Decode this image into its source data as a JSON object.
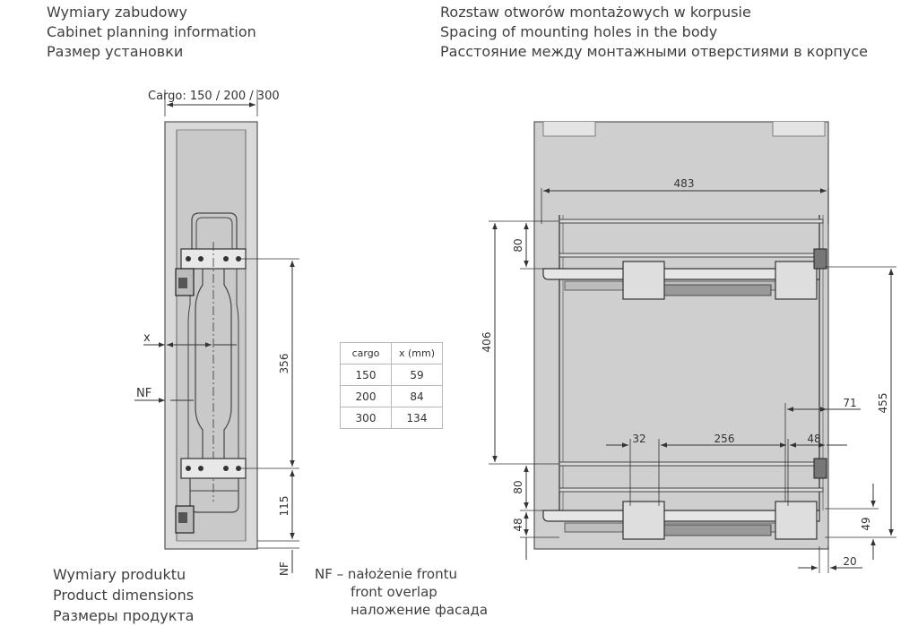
{
  "left_header": [
    "Wymiary zabudowy",
    "Cabinet planning information",
    "Размер установки"
  ],
  "right_header": [
    "Rozstaw otworów montażowych w korpusie",
    "Spacing of mounting holes in the body",
    "Расстояние между монтажными отверстиями в корпусе"
  ],
  "left_drawing": {
    "cargo_label": "Cargo: 150 / 200 / 300",
    "x_label": "x",
    "nf_label": "NF",
    "dim_356": "356",
    "dim_115": "115",
    "nf_bottom": "NF"
  },
  "table": {
    "headers": [
      "cargo",
      "x (mm)"
    ],
    "rows": [
      [
        "150",
        "59"
      ],
      [
        "200",
        "84"
      ],
      [
        "300",
        "134"
      ]
    ]
  },
  "right_drawing": {
    "dim_483": "483",
    "dim_80_top": "80",
    "dim_406": "406",
    "dim_455": "455",
    "dim_71": "71",
    "dim_32": "32",
    "dim_256": "256",
    "dim_48_right": "48",
    "dim_80_bottom": "80",
    "dim_48_left": "48",
    "dim_49": "49",
    "dim_20": "20"
  },
  "footer_left": [
    "Wymiary produktu",
    "Product dimensions",
    "Размеры продукта"
  ],
  "footer_nf": {
    "line1": "NF – nałożenie frontu",
    "line2": "front overlap",
    "line3": "наложение фасада"
  }
}
